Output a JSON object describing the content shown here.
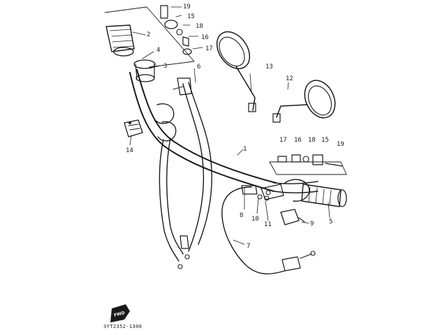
{
  "diagram": {
    "part_number": "3YT2352-1300",
    "fwd_badge": "FWD",
    "callouts": {
      "c1": "1",
      "c2": "2",
      "c3": "3",
      "c4": "4",
      "c5": "5",
      "c6": "6",
      "c7": "7",
      "c8": "8",
      "c9": "9",
      "c10": "10",
      "c11": "11",
      "c12": "12",
      "c13": "13",
      "c14": "14",
      "c15": "15",
      "c16": "16",
      "c17": "17",
      "c18": "18",
      "c19": "19",
      "c15b": "15",
      "c16b": "16",
      "c17b": "17",
      "c18b": "18",
      "c19b": "19"
    }
  }
}
